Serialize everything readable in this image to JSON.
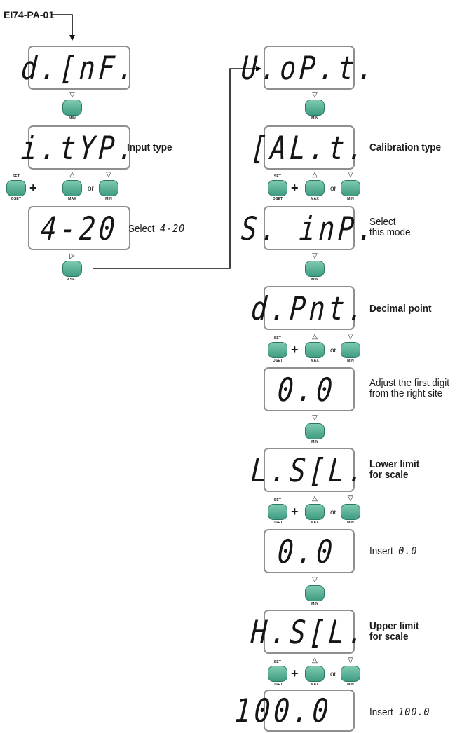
{
  "header": {
    "code": "EI74-PA-01"
  },
  "button_labels": {
    "set": "SET",
    "oset": "OSET",
    "max": "MAX",
    "min": "MIN",
    "aset": "ASET",
    "or": "or",
    "plus": "+",
    "up_glyph": "△",
    "down_glyph": "▽",
    "right_glyph": "▷"
  },
  "left_column": {
    "displays": [
      "d.[nF.",
      "i.tYP.",
      "4-20"
    ],
    "labels": {
      "input_type": "Input type",
      "select_prefix": "Select",
      "select_value": "4-20"
    }
  },
  "right_column": {
    "displays": [
      "U.oP.t.",
      "[AL.t.",
      "S. inP.",
      "d.Pnt.",
      "0.0",
      "L.S[L.",
      "0.0",
      "H.S[L.",
      "100.0"
    ],
    "labels": {
      "calibration_type": "Calibration type",
      "select_mode_line1": "Select",
      "select_mode_line2": "this mode",
      "decimal_point": "Decimal point",
      "adjust_line1": "Adjust the first digit",
      "adjust_line2": "from the right site",
      "lower_line1": "Lower limit",
      "lower_line2": "for scale",
      "insert_lower_prefix": "Insert",
      "insert_lower_value": "0.0",
      "upper_line1": "Upper limit",
      "upper_line2": "for scale",
      "insert_upper_prefix": "Insert",
      "insert_upper_value": "100.0"
    }
  },
  "colors": {
    "button": "#52ad93",
    "border": "#8f8f8f",
    "line": "#111111"
  }
}
